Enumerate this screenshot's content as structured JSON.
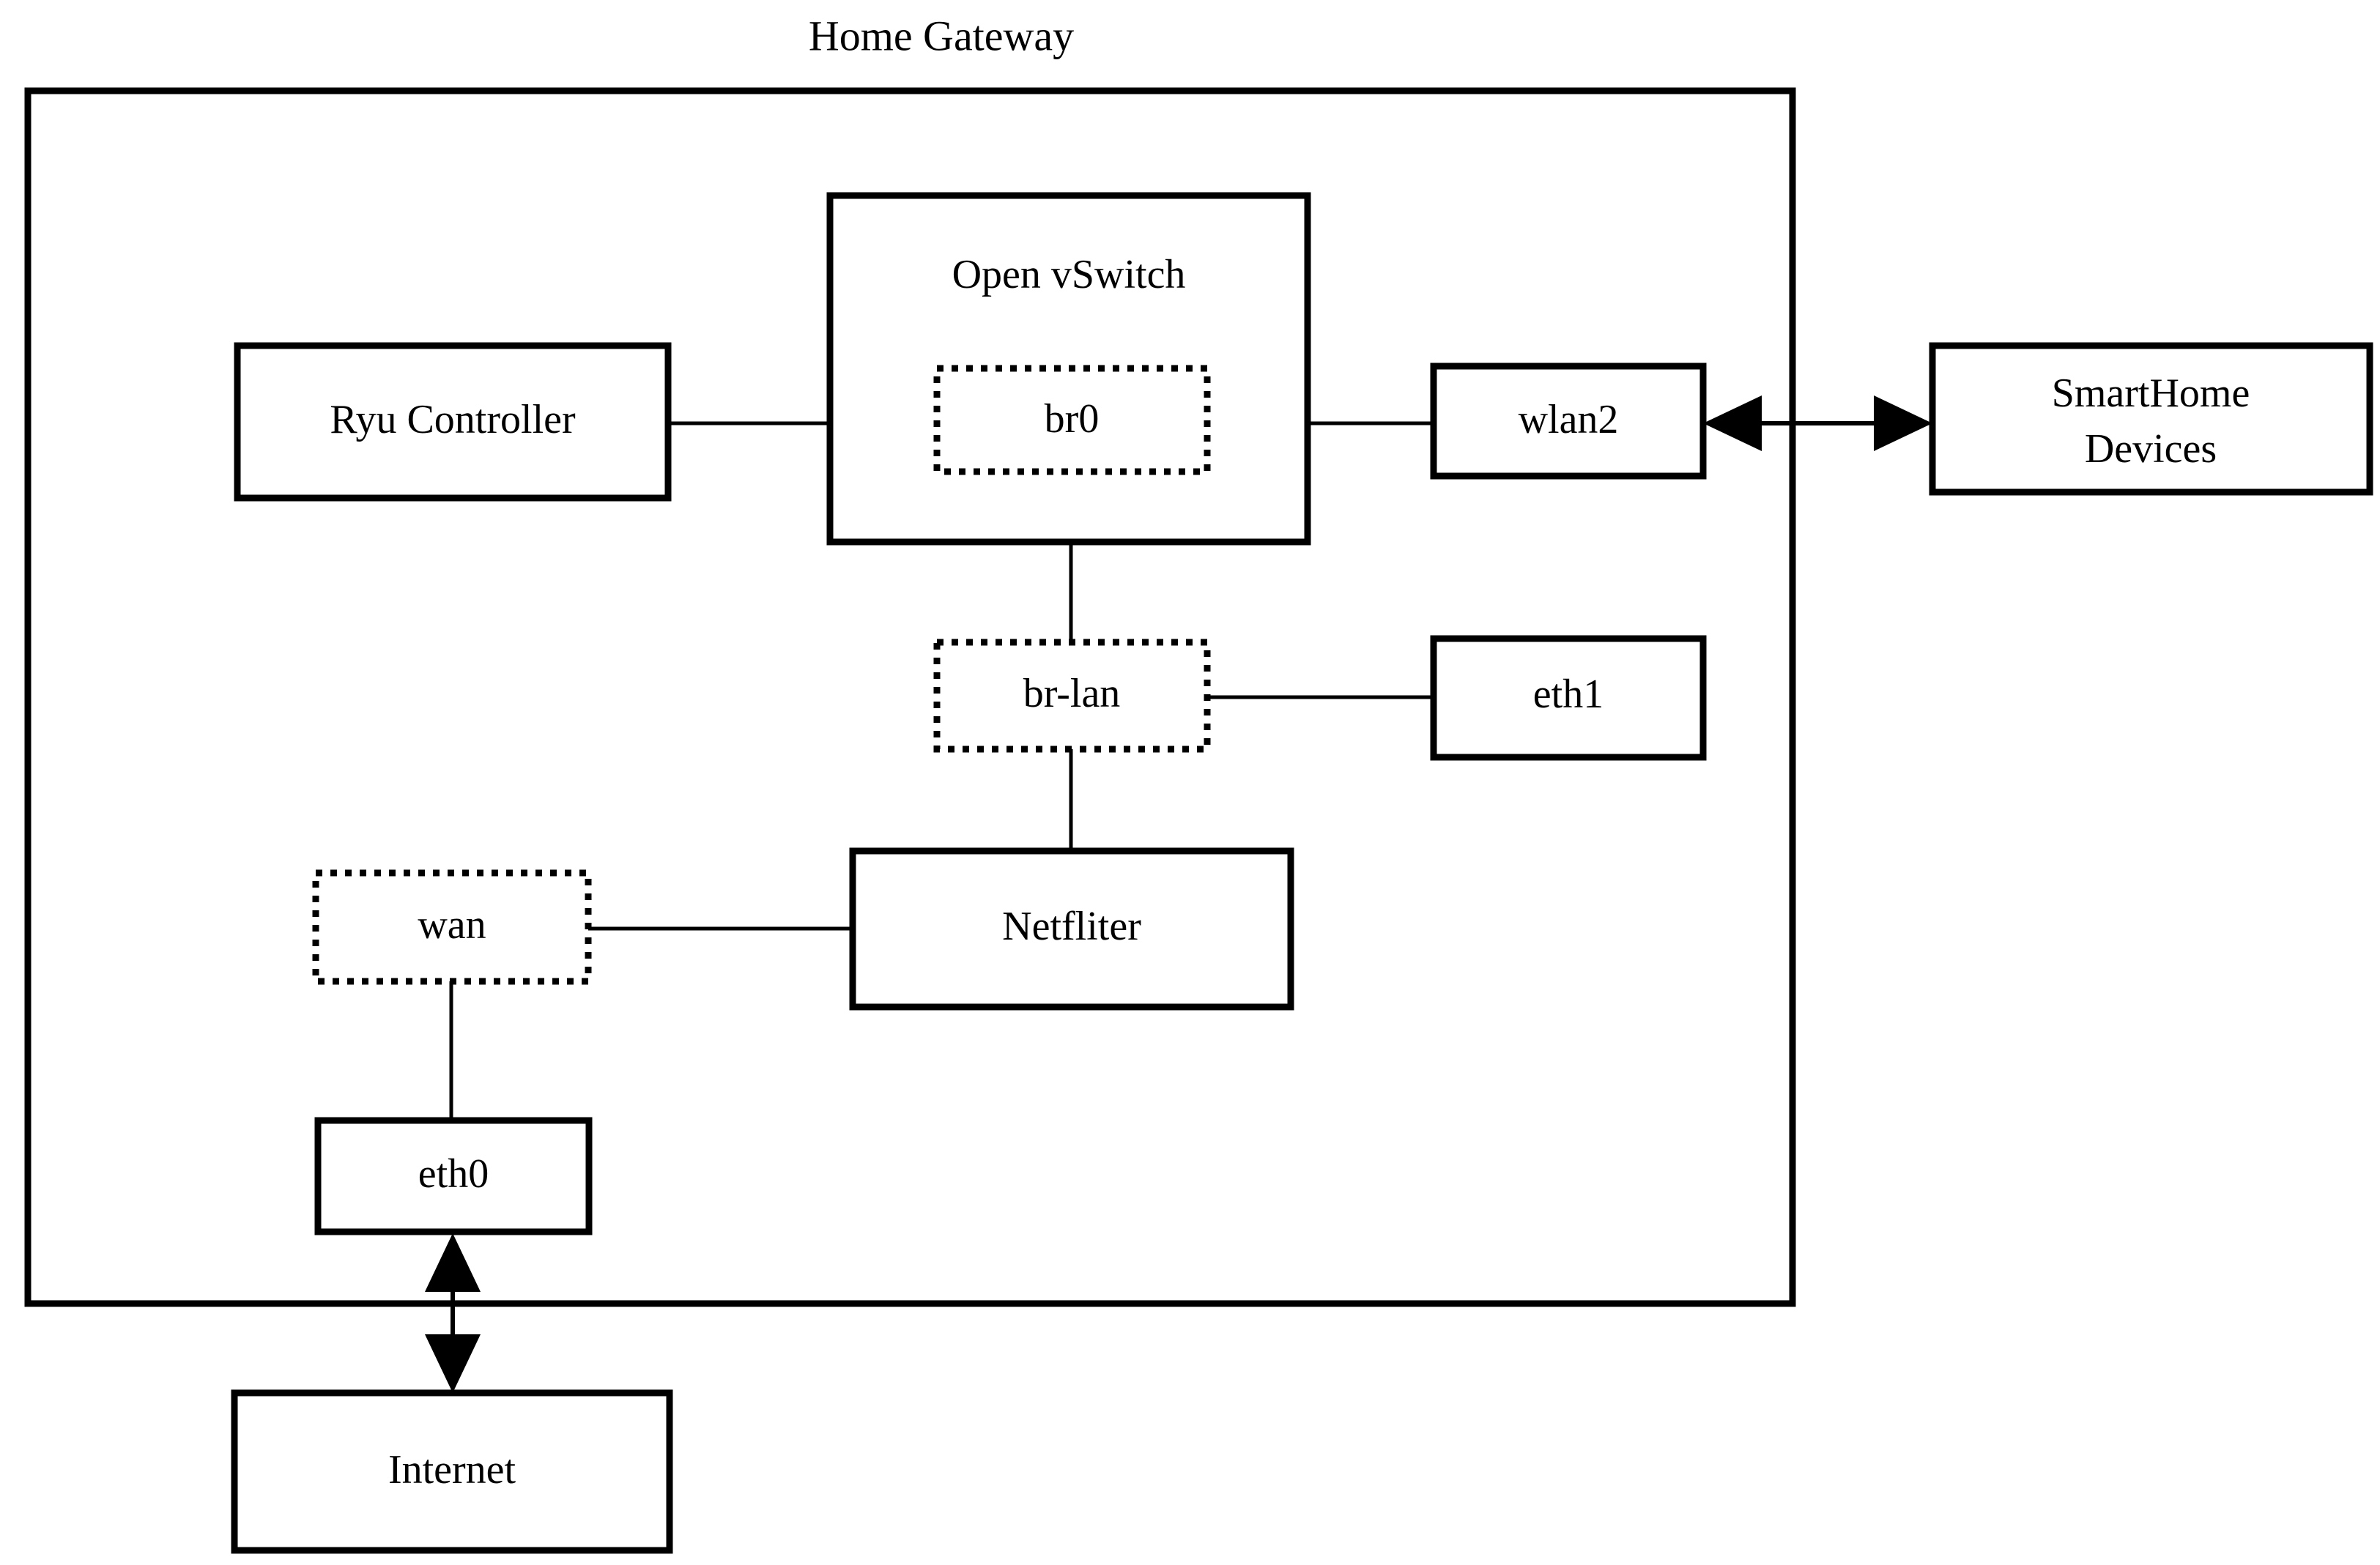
{
  "diagram": {
    "title": "Home Gateway",
    "boundary_name": "home-gateway-boundary",
    "nodes": {
      "ovs": {
        "label": "Open vSwitch",
        "style": "solid-container"
      },
      "br0": {
        "label": "br0",
        "style": "dotted"
      },
      "ryu": {
        "label": "Ryu Controller",
        "style": "solid"
      },
      "wlan2": {
        "label": "wlan2",
        "style": "solid"
      },
      "smarthome_line1": {
        "label": "SmartHome",
        "style": "solid"
      },
      "smarthome_line2": {
        "label": "Devices",
        "style": "solid"
      },
      "brlan": {
        "label": "br-lan",
        "style": "dotted"
      },
      "eth1": {
        "label": "eth1",
        "style": "solid"
      },
      "netfliter": {
        "label": "Netfliter",
        "style": "solid"
      },
      "wan": {
        "label": "wan",
        "style": "dotted"
      },
      "eth0": {
        "label": "eth0",
        "style": "solid"
      },
      "internet": {
        "label": "Internet",
        "style": "solid"
      }
    },
    "connections": [
      {
        "name": "ryu-to-br0",
        "from": "ryu",
        "to": "br0",
        "arrow": "none"
      },
      {
        "name": "br0-to-wlan2",
        "from": "br0",
        "to": "wlan2",
        "arrow": "none"
      },
      {
        "name": "wlan2-to-smarthome",
        "from": "wlan2",
        "to": "smarthome",
        "arrow": "double"
      },
      {
        "name": "br0-to-brlan",
        "from": "br0",
        "to": "brlan",
        "arrow": "none"
      },
      {
        "name": "brlan-to-eth1",
        "from": "brlan",
        "to": "eth1",
        "arrow": "none"
      },
      {
        "name": "brlan-to-netfliter",
        "from": "brlan",
        "to": "netfliter",
        "arrow": "none"
      },
      {
        "name": "wan-to-netfliter",
        "from": "wan",
        "to": "netfliter",
        "arrow": "none"
      },
      {
        "name": "wan-to-eth0",
        "from": "wan",
        "to": "eth0",
        "arrow": "none"
      },
      {
        "name": "eth0-to-internet",
        "from": "eth0",
        "to": "internet",
        "arrow": "double"
      }
    ],
    "colors": {
      "stroke": "#000000",
      "background": "#ffffff",
      "text": "#000000"
    }
  }
}
